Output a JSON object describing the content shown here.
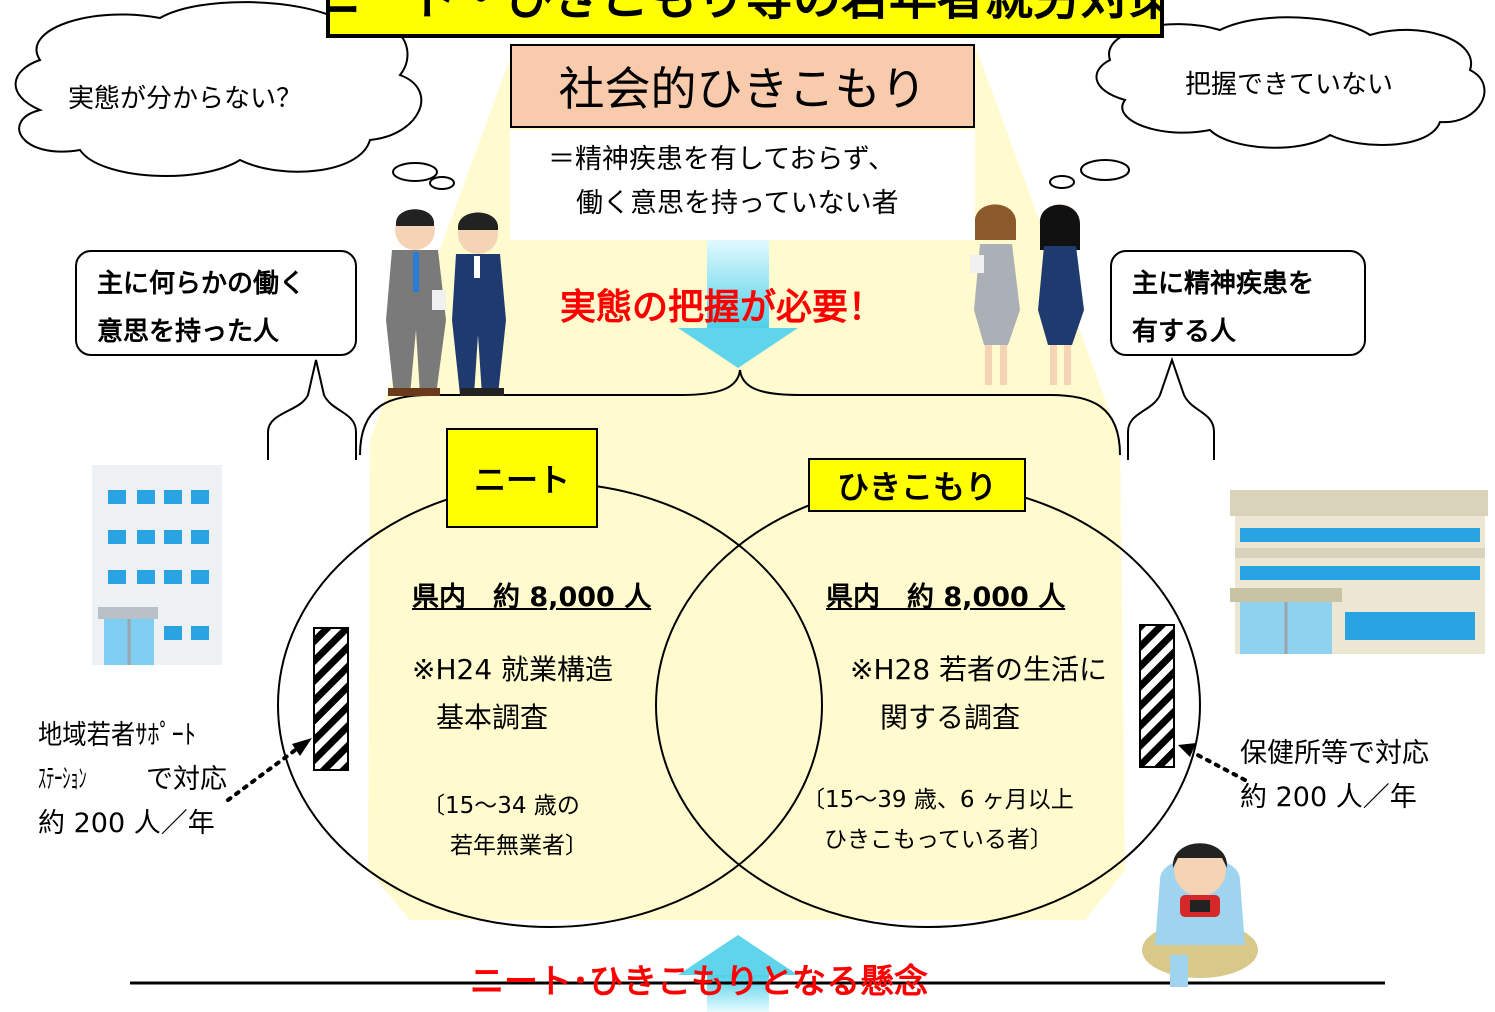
{
  "title": "ニート・ひきこもり等の若年者就労対策",
  "main_label": "社会的ひきこもり",
  "definition": {
    "line1": "＝精神疾患を有しておらず、",
    "line2": "働く意思を持っていない者"
  },
  "clouds": {
    "left": "実態が分からない？",
    "right": "把握できていない"
  },
  "callouts": {
    "left": {
      "line1": "主に何らかの働く",
      "line2": "意思を持った人"
    },
    "right": {
      "line1": "主に精神疾患を",
      "line2": "有する人"
    }
  },
  "need_text": "実態の把握が必要！",
  "venn": {
    "neet": {
      "label": "ニート",
      "count": "県内　約 8,000 人",
      "note_line1": "※H24 就業構造",
      "note_line2": "基本調査",
      "sub_line1": "〔15～34 歳の",
      "sub_line2": "若年無業者〕"
    },
    "hikikomori": {
      "label": "ひきこもり",
      "count": "県内　約 8,000 人",
      "note_line1": "※H28 若者の生活に",
      "note_line2": "関する調査",
      "sub_line1": "〔15～39 歳、6 ヶ月以上",
      "sub_line2": "ひきこもっている者〕"
    }
  },
  "left_support": {
    "line1": "地域若者ｻﾎﾟｰﾄ",
    "line2a": "ｽﾃｰｼｮﾝ",
    "line2b": "で対応",
    "line3": "約 200 人／年"
  },
  "right_support": {
    "line1": "保健所等で対応",
    "line2": "約 200 人／年"
  },
  "concern": "ニート･ひきこもりとなる懸念",
  "colors": {
    "highlight_yellow": "#ffff00",
    "light_yellow": "#fffbcf",
    "peach": "#f8cbad",
    "red": "#ff0000",
    "arrow_cyan": "#66ddee"
  }
}
